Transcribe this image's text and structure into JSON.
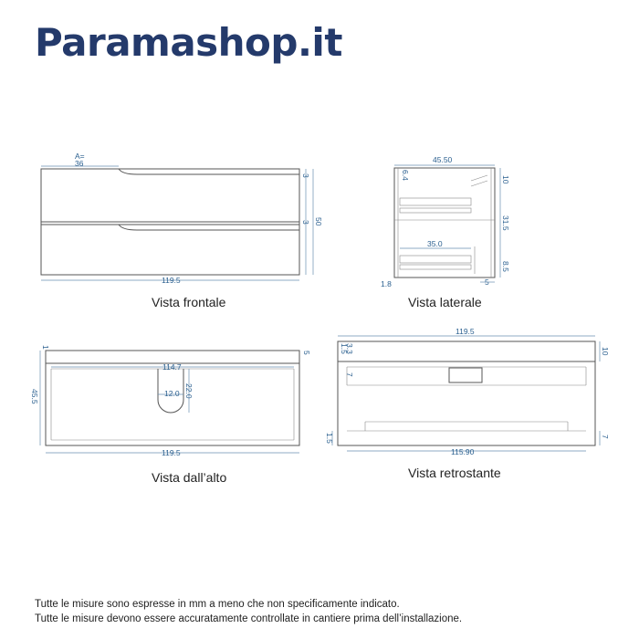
{
  "brand": {
    "name": "Paramashop.it"
  },
  "views": {
    "front": {
      "label": "Vista frontale",
      "dims": {
        "handle_a": "A=",
        "handle_w": "36",
        "top_gap": "3",
        "height": "50",
        "mid_gap": "3",
        "width": "119.5"
      }
    },
    "side": {
      "label": "Vista laterale",
      "dims": {
        "depth": "45.50",
        "top_offset": "6.4",
        "top_h": "10",
        "drawer_h": "31.5",
        "inner_d": "35.0",
        "bottom_h": "8.5",
        "side_t": "1.8",
        "back_t": "5"
      }
    },
    "top": {
      "label": "Vista dall’alto",
      "dims": {
        "back_left": "1",
        "back_right": "5",
        "inner_w": "114.7",
        "depth": "45.5",
        "cut_w": "12.0",
        "cut_d": "22.0",
        "width": "119.5"
      }
    },
    "rear": {
      "label": "Vista retrostante",
      "dims": {
        "width": "119.5",
        "top_l1": "1.5",
        "top_l2": "3.3",
        "top_right": "10",
        "rail": "7",
        "bottom_left": "1.5",
        "bottom_right": "7",
        "inner_w": "115.90"
      }
    }
  },
  "footer": {
    "line1": "Tutte le misure sono espresse in mm a meno che non specificamente indicato.",
    "line2": "Tutte le misure devono essere accuratamente controllate in cantiere prima dell’installazione."
  },
  "colors": {
    "brand": "#243a6b",
    "dimension": "#2a5f8f"
  }
}
